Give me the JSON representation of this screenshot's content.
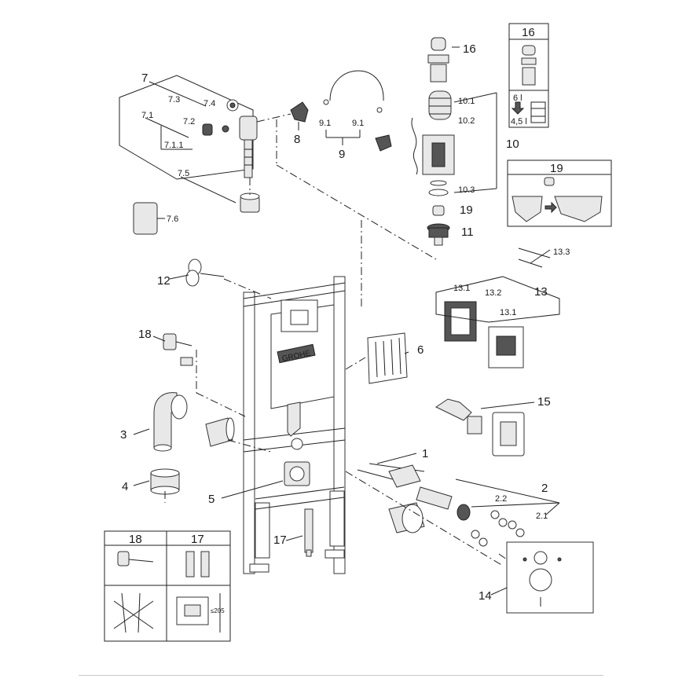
{
  "brand": "GROHE",
  "labels": {
    "p1": "1",
    "p2": "2",
    "p2_1": "2.1",
    "p2_2": "2.2",
    "p3": "3",
    "p4": "4",
    "p5": "5",
    "p6": "6",
    "p7": "7",
    "p7_1": "7.1",
    "p7_1_1": "7.1.1",
    "p7_2": "7.2",
    "p7_3": "7.3",
    "p7_4": "7.4",
    "p7_5": "7.5",
    "p7_6": "7.6",
    "p8": "8",
    "p9": "9",
    "p9_1a": "9.1",
    "p9_1b": "9.1",
    "p10": "10",
    "p10_1": "10.1",
    "p10_2": "10.2",
    "p10_3": "10.3",
    "p11": "11",
    "p12": "12",
    "p13": "13",
    "p13_1a": "13.1",
    "p13_1b": "13.1",
    "p13_2": "13.2",
    "p13_3": "13.3",
    "p14": "14",
    "p15": "15",
    "p16": "16",
    "p17": "17",
    "p18": "18",
    "p19": "19"
  },
  "insets": {
    "box16": {
      "title": "16",
      "measure_top": "6 l",
      "measure_bottom": "4,5 l"
    },
    "box19": {
      "title": "19"
    },
    "box_bottom": {
      "title_left": "18",
      "title_right": "17",
      "dimension": "≤205"
    }
  },
  "colors": {
    "line": "#222222",
    "part_fill": "#e8e8e8",
    "dark_fill": "#555555"
  }
}
